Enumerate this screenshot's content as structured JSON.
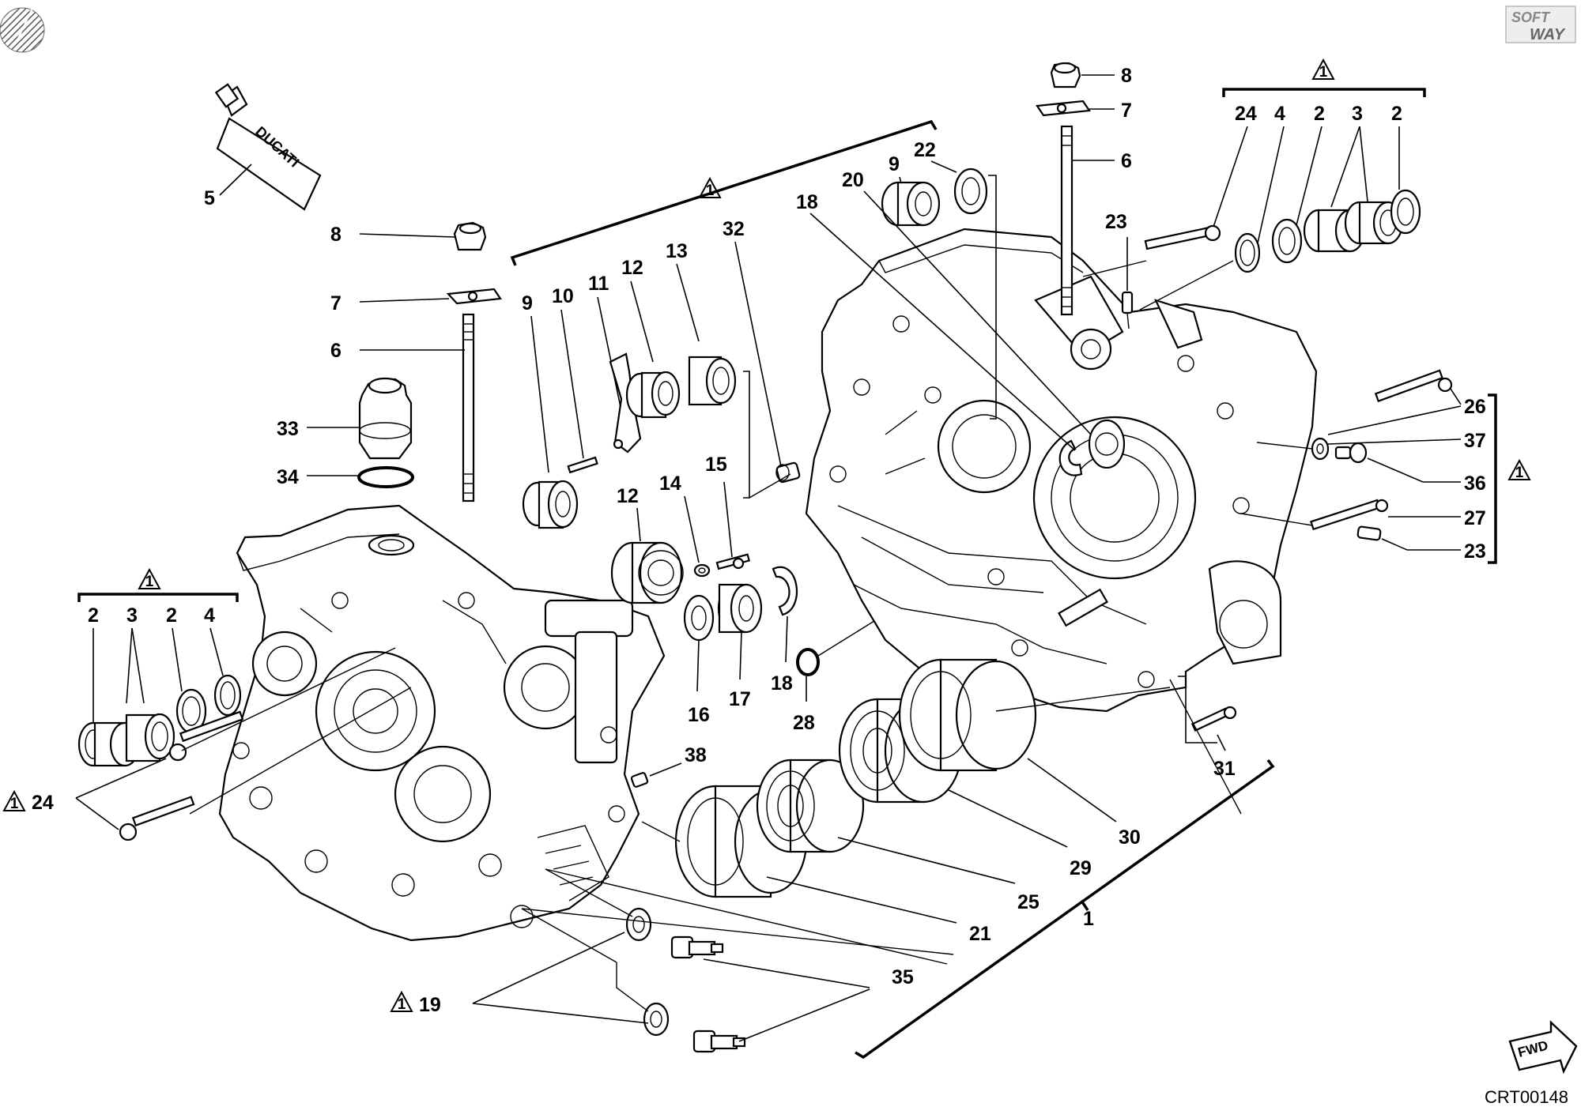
{
  "kit_symbol": "1",
  "tube_brand": "DUCATI",
  "logo_top": "SOFT",
  "logo_bottom": "WAY",
  "fwd_text": "FWD",
  "drawing_code": "CRT00148",
  "labels": {
    "l5": "5",
    "l8a": "8",
    "l7a": "7",
    "l6a": "6",
    "l33": "33",
    "l34": "34",
    "l2a": "2",
    "l3a": "3",
    "l2b": "2",
    "l4a": "4",
    "l24a": "24",
    "l9a": "9",
    "l10": "10",
    "l11": "11",
    "l12a": "12",
    "l13": "13",
    "l12b": "12",
    "l14": "14",
    "l15": "15",
    "l16": "16",
    "l17": "17",
    "l18a": "18",
    "l28": "28",
    "l32": "32",
    "l38": "38",
    "l20": "20",
    "l9b": "9",
    "l22": "22",
    "l18b": "18",
    "l23a": "23",
    "l8b": "8",
    "l7b": "7",
    "l6b": "6",
    "l24b": "24",
    "l4b": "4",
    "l2c": "2",
    "l3b": "3",
    "l2d": "2",
    "l26": "26",
    "l37": "37",
    "l36": "36",
    "l27": "27",
    "l23b": "23",
    "l31": "31",
    "l30": "30",
    "l29": "29",
    "l25": "25",
    "l21": "21",
    "l1": "1",
    "l35": "35",
    "l19": "19"
  }
}
